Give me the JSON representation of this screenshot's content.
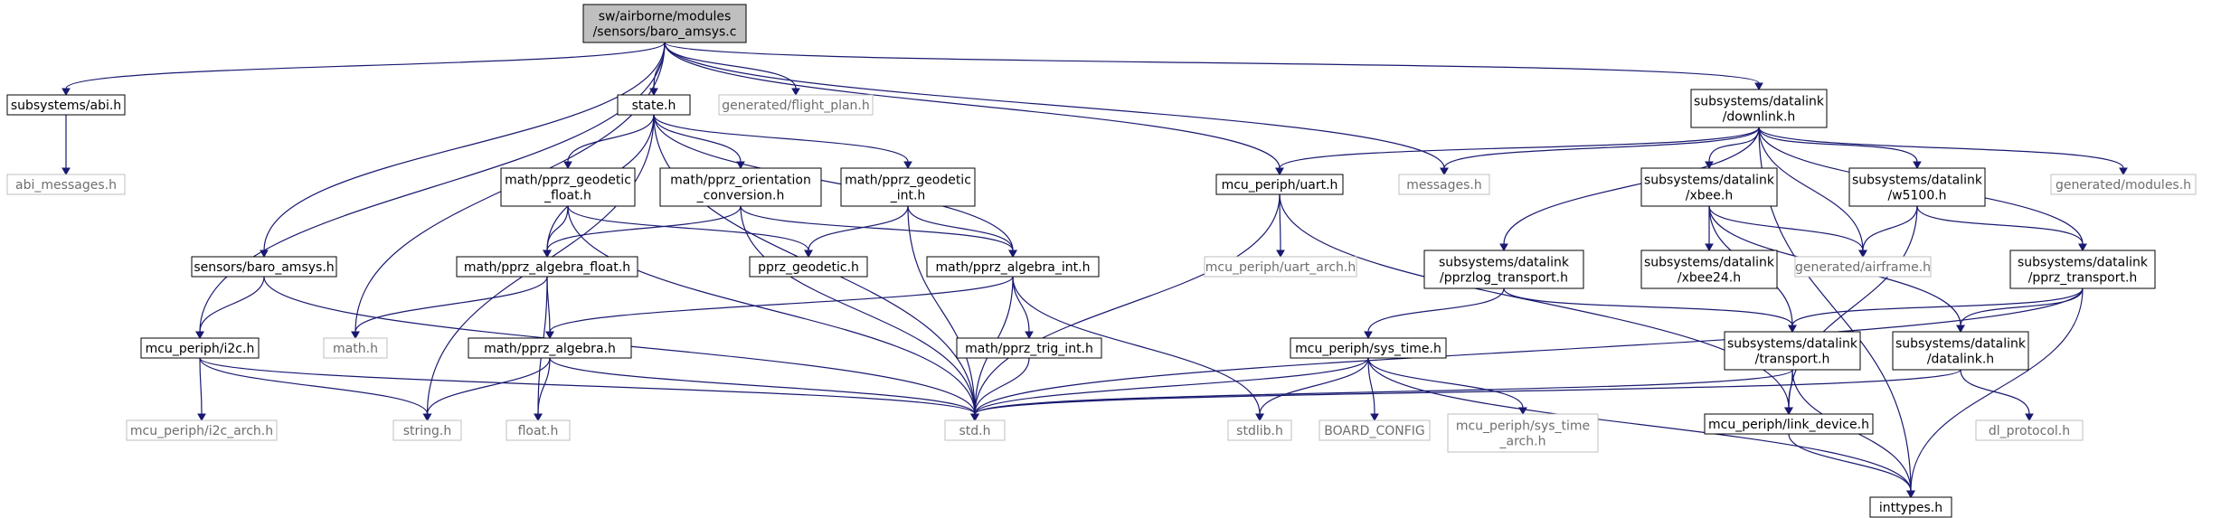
{
  "colors": {
    "edge": "#191970",
    "root_fill": "#bfbfbf",
    "node_border": "#000000",
    "missing_border": "#bfbfbf",
    "missing_text": "#6e6e6e",
    "text": "#000000"
  },
  "nodes": {
    "root": {
      "lines": [
        "sw/airborne/modules",
        "/sensors/baro_amsys.c"
      ],
      "style": "root"
    },
    "abi": {
      "lines": [
        "subsystems/abi.h"
      ],
      "style": "normal"
    },
    "abi_messages": {
      "lines": [
        "abi_messages.h"
      ],
      "style": "missing"
    },
    "state": {
      "lines": [
        "state.h"
      ],
      "style": "normal"
    },
    "flight_plan": {
      "lines": [
        "generated/flight_plan.h"
      ],
      "style": "missing"
    },
    "downlink": {
      "lines": [
        "subsystems/datalink",
        "/downlink.h"
      ],
      "style": "normal"
    },
    "geodetic_float": {
      "lines": [
        "math/pprz_geodetic",
        "_float.h"
      ],
      "style": "normal"
    },
    "orientation": {
      "lines": [
        "math/pprz_orientation",
        "_conversion.h"
      ],
      "style": "normal"
    },
    "geodetic_int": {
      "lines": [
        "math/pprz_geodetic",
        "_int.h"
      ],
      "style": "normal"
    },
    "uart": {
      "lines": [
        "mcu_periph/uart.h"
      ],
      "style": "normal"
    },
    "messages": {
      "lines": [
        "messages.h"
      ],
      "style": "missing"
    },
    "xbee": {
      "lines": [
        "subsystems/datalink",
        "/xbee.h"
      ],
      "style": "normal"
    },
    "w5100": {
      "lines": [
        "subsystems/datalink",
        "/w5100.h"
      ],
      "style": "normal"
    },
    "gen_modules": {
      "lines": [
        "generated/modules.h"
      ],
      "style": "missing"
    },
    "baro_amsys_h": {
      "lines": [
        "sensors/baro_amsys.h"
      ],
      "style": "normal"
    },
    "algebra_float": {
      "lines": [
        "math/pprz_algebra_float.h"
      ],
      "style": "normal"
    },
    "pprz_geodetic": {
      "lines": [
        "pprz_geodetic.h"
      ],
      "style": "normal"
    },
    "algebra_int": {
      "lines": [
        "math/pprz_algebra_int.h"
      ],
      "style": "normal"
    },
    "uart_arch": {
      "lines": [
        "mcu_periph/uart_arch.h"
      ],
      "style": "missing"
    },
    "pprzlog": {
      "lines": [
        "subsystems/datalink",
        "/pprzlog_transport.h"
      ],
      "style": "normal"
    },
    "xbee24": {
      "lines": [
        "subsystems/datalink",
        "/xbee24.h"
      ],
      "style": "normal"
    },
    "gen_airframe": {
      "lines": [
        "generated/airframe.h"
      ],
      "style": "missing"
    },
    "pprz_transport": {
      "lines": [
        "subsystems/datalink",
        "/pprz_transport.h"
      ],
      "style": "normal"
    },
    "i2c": {
      "lines": [
        "mcu_periph/i2c.h"
      ],
      "style": "normal"
    },
    "math_h": {
      "lines": [
        "math.h"
      ],
      "style": "missing"
    },
    "algebra": {
      "lines": [
        "math/pprz_algebra.h"
      ],
      "style": "normal"
    },
    "trig_int": {
      "lines": [
        "math/pprz_trig_int.h"
      ],
      "style": "normal"
    },
    "sys_time": {
      "lines": [
        "mcu_periph/sys_time.h"
      ],
      "style": "normal"
    },
    "transport": {
      "lines": [
        "subsystems/datalink",
        "/transport.h"
      ],
      "style": "normal"
    },
    "datalink": {
      "lines": [
        "subsystems/datalink",
        "/datalink.h"
      ],
      "style": "normal"
    },
    "i2c_arch": {
      "lines": [
        "mcu_periph/i2c_arch.h"
      ],
      "style": "missing"
    },
    "string_h": {
      "lines": [
        "string.h"
      ],
      "style": "missing"
    },
    "float_h": {
      "lines": [
        "float.h"
      ],
      "style": "missing"
    },
    "std_h": {
      "lines": [
        "std.h"
      ],
      "style": "missing"
    },
    "stdlib_h": {
      "lines": [
        "stdlib.h"
      ],
      "style": "missing"
    },
    "board_config": {
      "lines": [
        "BOARD_CONFIG"
      ],
      "style": "missing"
    },
    "sys_time_arch": {
      "lines": [
        "mcu_periph/sys_time",
        "_arch.h"
      ],
      "style": "missing"
    },
    "link_device": {
      "lines": [
        "mcu_periph/link_device.h"
      ],
      "style": "normal"
    },
    "dl_protocol": {
      "lines": [
        "dl_protocol.h"
      ],
      "style": "missing"
    },
    "inttypes": {
      "lines": [
        "inttypes.h"
      ],
      "style": "normal"
    }
  },
  "edges": [
    [
      "root",
      "abi"
    ],
    [
      "root",
      "i2c"
    ],
    [
      "root",
      "baro_amsys_h"
    ],
    [
      "root",
      "math_h"
    ],
    [
      "root",
      "state"
    ],
    [
      "root",
      "flight_plan"
    ],
    [
      "root",
      "uart"
    ],
    [
      "root",
      "messages"
    ],
    [
      "root",
      "downlink"
    ],
    [
      "abi",
      "abi_messages"
    ],
    [
      "state",
      "string_h"
    ],
    [
      "state",
      "algebra_float"
    ],
    [
      "state",
      "geodetic_float"
    ],
    [
      "state",
      "orientation"
    ],
    [
      "state",
      "geodetic_int"
    ],
    [
      "state",
      "algebra_int"
    ],
    [
      "state",
      "std_h"
    ],
    [
      "downlink",
      "uart"
    ],
    [
      "downlink",
      "messages"
    ],
    [
      "downlink",
      "pprzlog"
    ],
    [
      "downlink",
      "xbee"
    ],
    [
      "downlink",
      "gen_airframe"
    ],
    [
      "downlink",
      "w5100"
    ],
    [
      "downlink",
      "pprz_transport"
    ],
    [
      "downlink",
      "gen_modules"
    ],
    [
      "downlink",
      "inttypes"
    ],
    [
      "geodetic_float",
      "algebra_float"
    ],
    [
      "geodetic_float",
      "pprz_geodetic"
    ],
    [
      "geodetic_float",
      "std_h"
    ],
    [
      "orientation",
      "algebra_float"
    ],
    [
      "orientation",
      "algebra_int"
    ],
    [
      "orientation",
      "std_h"
    ],
    [
      "geodetic_int",
      "pprz_geodetic"
    ],
    [
      "geodetic_int",
      "algebra_int"
    ],
    [
      "geodetic_int",
      "std_h"
    ],
    [
      "uart",
      "uart_arch"
    ],
    [
      "uart",
      "std_h"
    ],
    [
      "uart",
      "link_device"
    ],
    [
      "xbee",
      "xbee24"
    ],
    [
      "xbee",
      "gen_airframe"
    ],
    [
      "xbee",
      "transport"
    ],
    [
      "xbee",
      "datalink"
    ],
    [
      "w5100",
      "gen_airframe"
    ],
    [
      "w5100",
      "pprz_transport"
    ],
    [
      "w5100",
      "link_device"
    ],
    [
      "baro_amsys_h",
      "i2c"
    ],
    [
      "baro_amsys_h",
      "std_h"
    ],
    [
      "algebra_float",
      "math_h"
    ],
    [
      "algebra_float",
      "algebra"
    ],
    [
      "algebra_float",
      "float_h"
    ],
    [
      "algebra_int",
      "algebra"
    ],
    [
      "algebra_int",
      "trig_int"
    ],
    [
      "algebra_int",
      "std_h"
    ],
    [
      "algebra_int",
      "stdlib_h"
    ],
    [
      "pprzlog",
      "sys_time"
    ],
    [
      "pprzlog",
      "transport"
    ],
    [
      "pprz_transport",
      "std_h"
    ],
    [
      "pprz_transport",
      "transport"
    ],
    [
      "pprz_transport",
      "datalink"
    ],
    [
      "pprz_transport",
      "inttypes"
    ],
    [
      "i2c",
      "i2c_arch"
    ],
    [
      "i2c",
      "string_h"
    ],
    [
      "i2c",
      "std_h"
    ],
    [
      "algebra",
      "string_h"
    ],
    [
      "algebra",
      "float_h"
    ],
    [
      "algebra",
      "std_h"
    ],
    [
      "trig_int",
      "std_h"
    ],
    [
      "sys_time",
      "std_h"
    ],
    [
      "sys_time",
      "stdlib_h"
    ],
    [
      "sys_time",
      "board_config"
    ],
    [
      "sys_time",
      "sys_time_arch"
    ],
    [
      "sys_time",
      "inttypes"
    ],
    [
      "transport",
      "std_h"
    ],
    [
      "transport",
      "link_device"
    ],
    [
      "transport",
      "inttypes"
    ],
    [
      "datalink",
      "std_h"
    ],
    [
      "datalink",
      "dl_protocol"
    ],
    [
      "link_device",
      "inttypes"
    ]
  ]
}
